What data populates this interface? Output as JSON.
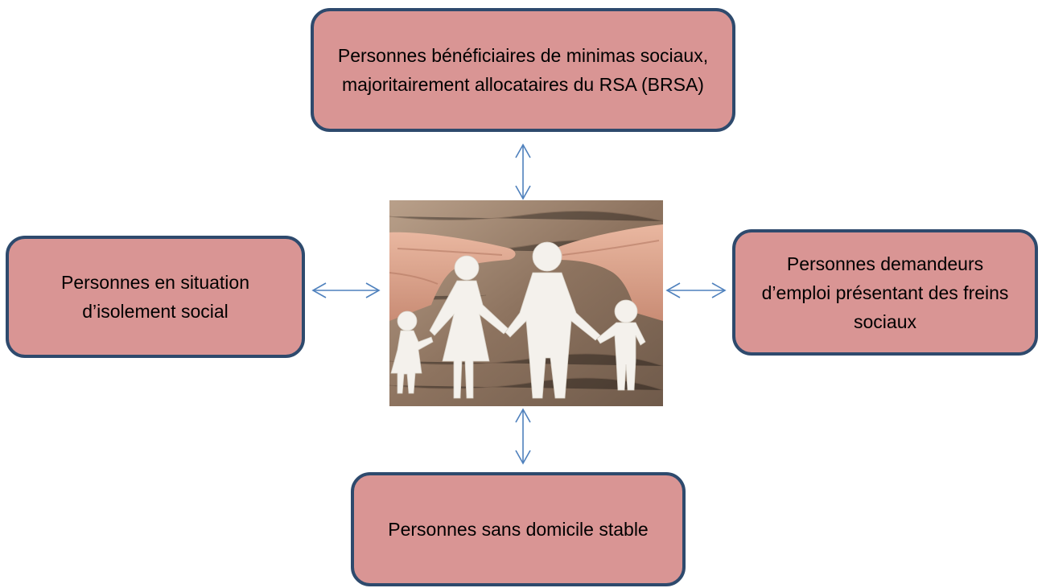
{
  "diagram": {
    "nodes": {
      "top": "Personnes  bénéficiaires de minimas sociaux, majoritairement allocataires du RSA (BRSA)",
      "left": "Personnes en situation d’isolement social",
      "right": "Personnes  demandeurs d’emploi  présentant des freins sociaux",
      "bottom": "Personnes sans domicile stable"
    },
    "center_image": {
      "subject": "paper-cutout family held in two hands over wooden background"
    },
    "colors": {
      "box_fill": "#d99594",
      "box_border": "#2e4a6d",
      "arrow": "#4f81bd"
    }
  }
}
